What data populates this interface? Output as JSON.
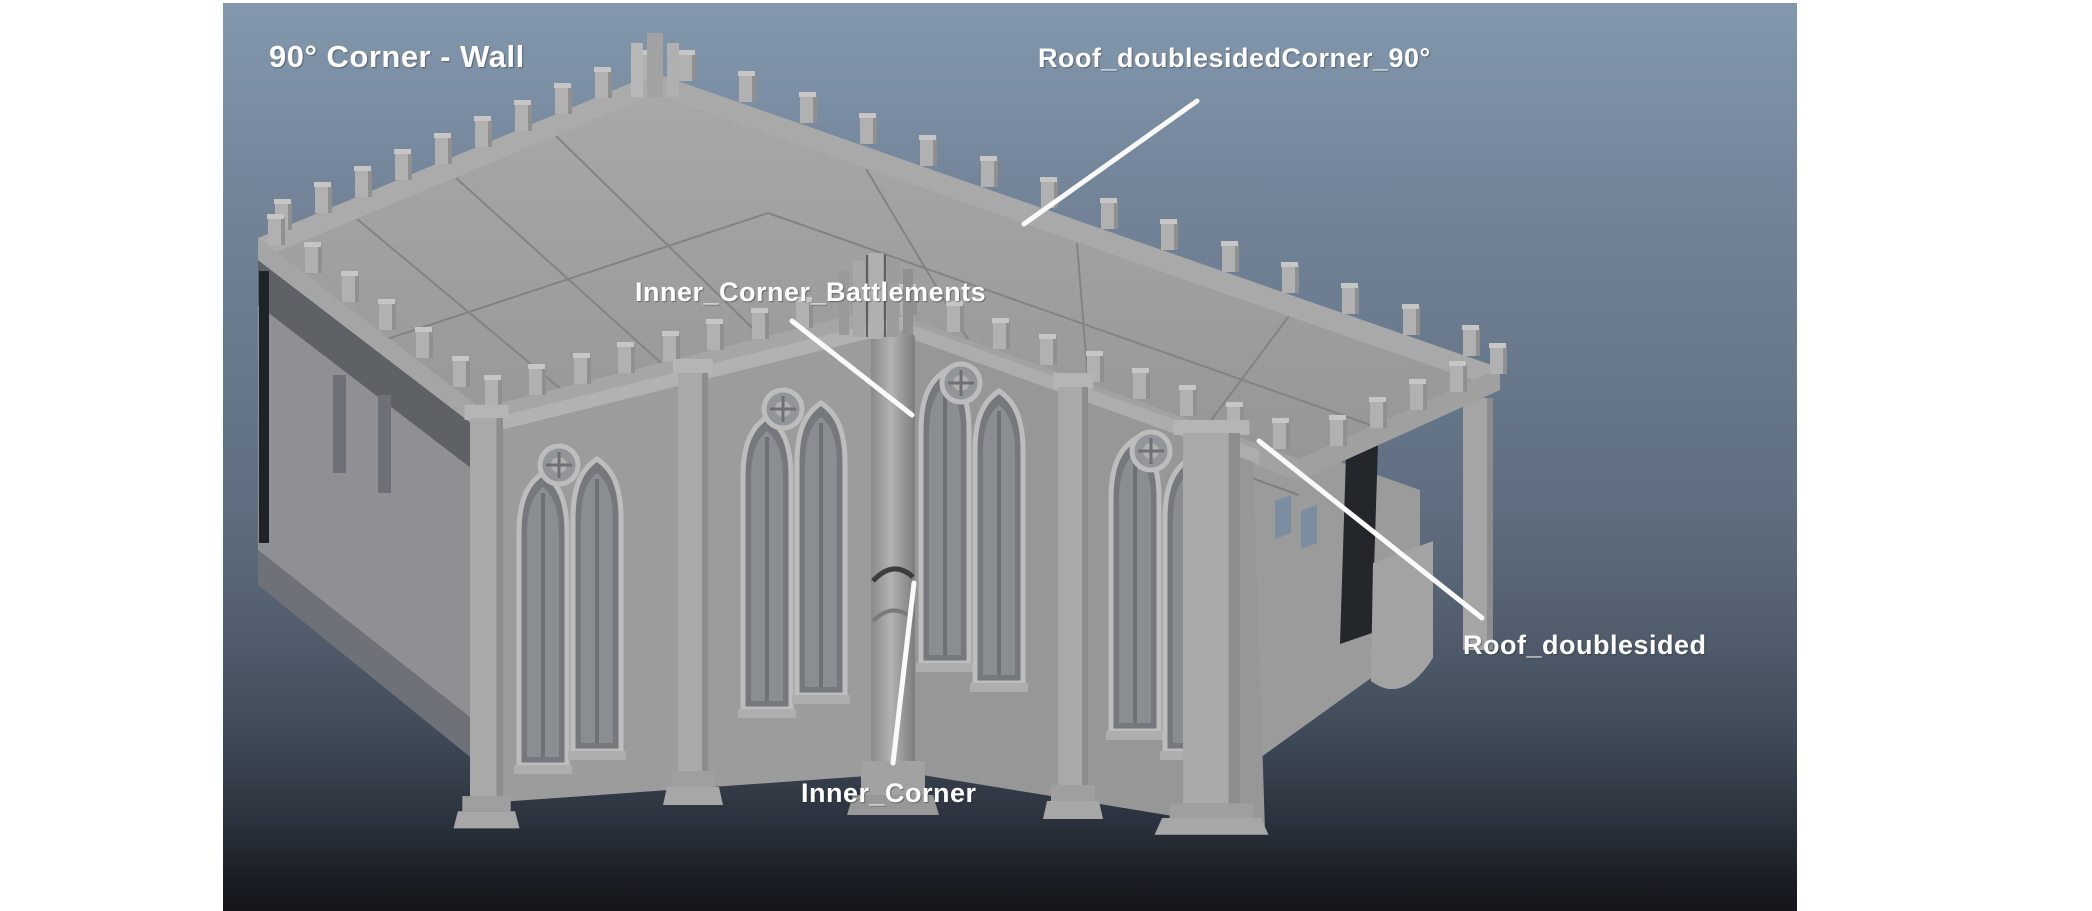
{
  "scene": {
    "title": "90° Corner - Wall",
    "annotations": [
      {
        "id": "roof-corner",
        "label": "Roof_doublesidedCorner_90°"
      },
      {
        "id": "inner-corner-battlements",
        "label": "Inner_Corner_Battlements"
      },
      {
        "id": "roof-doublesided",
        "label": "Roof_doublesided"
      },
      {
        "id": "inner-corner",
        "label": "Inner_Corner"
      }
    ],
    "colors": {
      "annotation_text": "#fdfdfd",
      "annotation_line": "#fafafa",
      "background_top": "#8398ad",
      "background_bottom": "#14161b",
      "model_gray": "#9e9e9e",
      "page_background": "#ffffff"
    }
  }
}
